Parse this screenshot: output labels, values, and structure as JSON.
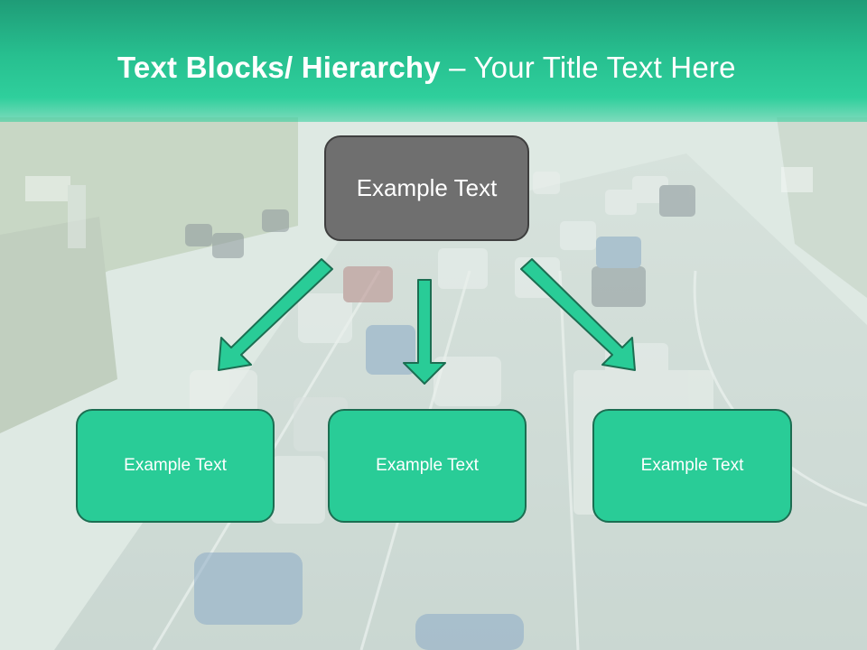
{
  "slide": {
    "title_bold": "Text Blocks/ Hierarchy",
    "title_rest": " – Your Title Text Here",
    "top_box": {
      "label": "Example Text"
    },
    "child_boxes": [
      {
        "label": "Example Text"
      },
      {
        "label": "Example Text"
      },
      {
        "label": "Example Text"
      }
    ]
  },
  "colors": {
    "accent": "#29cc97",
    "title_band": "#27bf8f",
    "top_box_fill": "#6f6f6f",
    "arrow_fill": "#29cc97",
    "arrow_outline": "#1c6e52"
  }
}
